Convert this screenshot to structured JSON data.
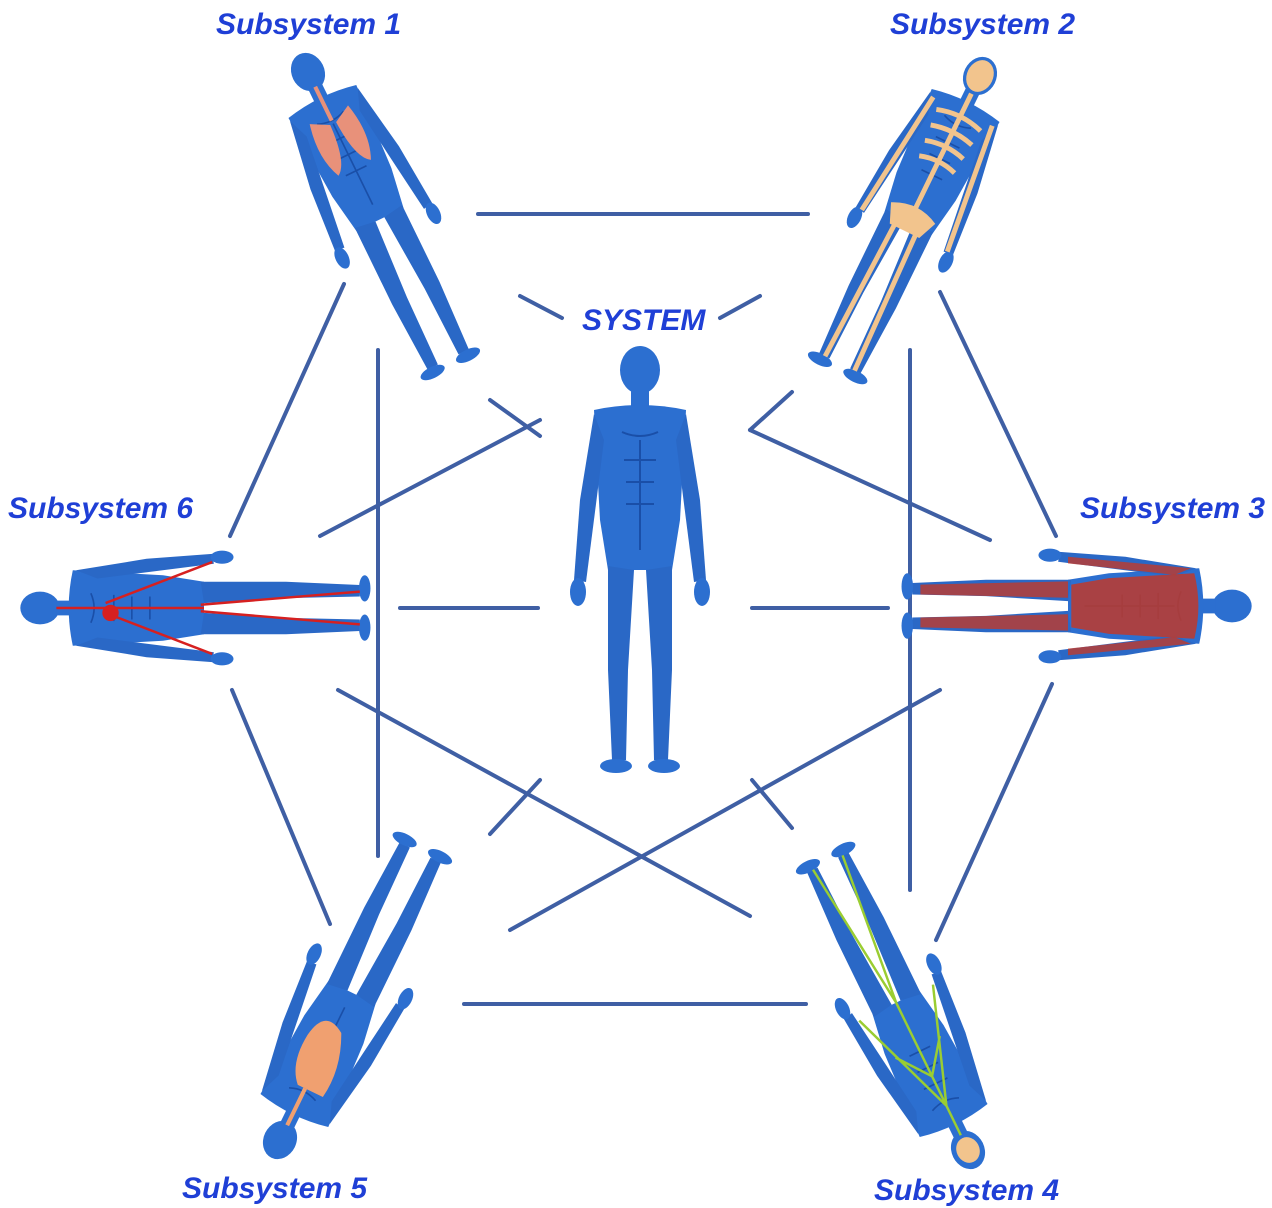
{
  "labels": {
    "center": "SYSTEM",
    "subsystem_1": "Subsystem 1",
    "subsystem_2": "Subsystem 2",
    "subsystem_3": "Subsystem 3",
    "subsystem_4": "Subsystem 4",
    "subsystem_5": "Subsystem 5",
    "subsystem_6": "Subsystem 6"
  },
  "figures": {
    "center": "human-body-muscular-blue",
    "subsystem_1": "respiratory-system-figure",
    "subsystem_2": "skeletal-system-figure",
    "subsystem_3": "muscular-system-figure",
    "subsystem_4": "nervous-system-figure",
    "subsystem_5": "digestive-system-figure",
    "subsystem_6": "circulatory-system-figure"
  },
  "colors": {
    "label_text": "#1f3fd6",
    "connector_line": "#3f5fa4",
    "body_fill": "#2c6fd0",
    "body_dark": "#1a4fa8",
    "lungs": "#e8917a",
    "bones": "#f2c48d",
    "muscles": "#c0392b",
    "nerves": "#9acd32",
    "digestive": "#f0a070",
    "vessels": "#d62020"
  }
}
